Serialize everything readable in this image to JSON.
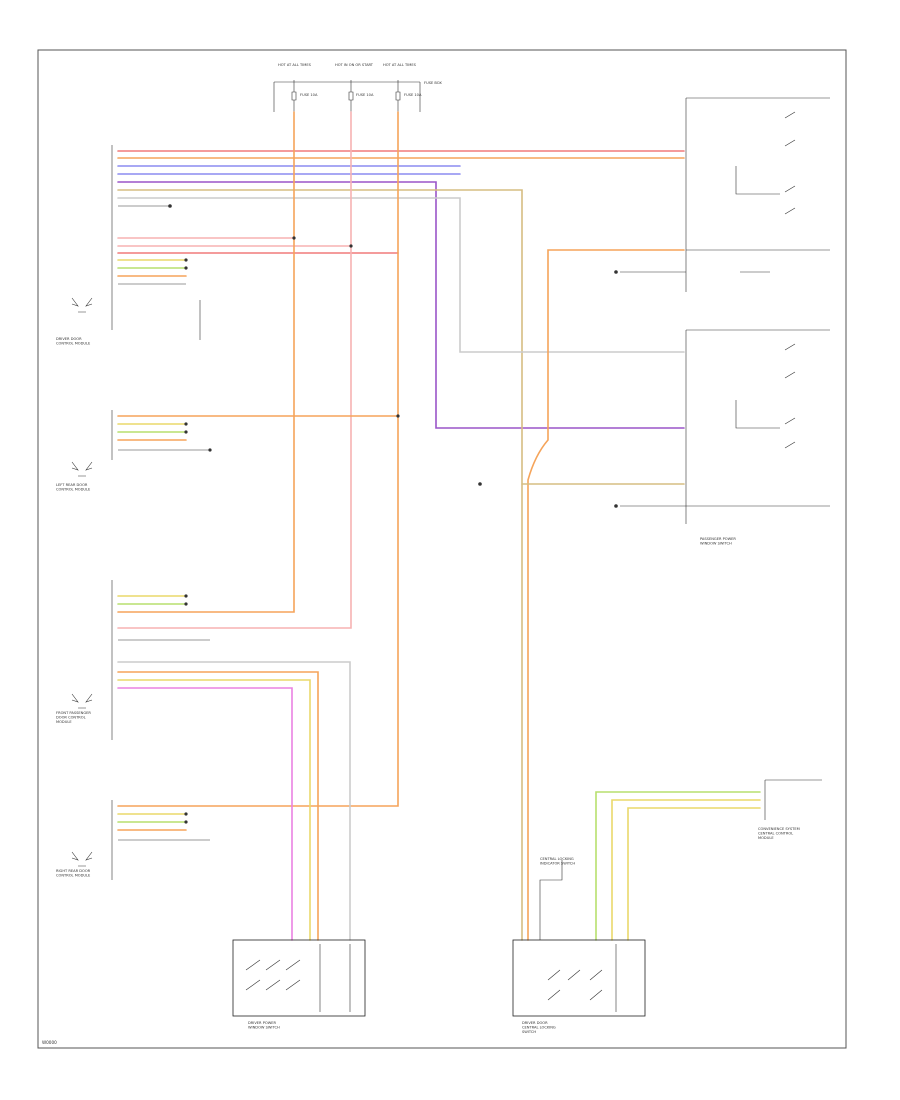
{
  "colors": {
    "red": "#f07a7a",
    "orange": "#f5a45a",
    "pink": "#f7b2b2",
    "blue": "#8c8cf0",
    "purple": "#9a55c8",
    "tan": "#d6bd82",
    "yellow": "#ead96a",
    "green": "#b7df6e",
    "magenta": "#ea82e2",
    "gray": "#cccccc",
    "black": "#222222"
  },
  "footer_code": "W0000",
  "fuse_labels": [
    {
      "top": "HOT AT ALL TIMES",
      "fuse": "FUSE 10A"
    },
    {
      "top": "HOT IN ON OR START",
      "fuse": "FUSE 10A"
    },
    {
      "top": "HOT AT ALL TIMES",
      "fuse": "FUSE 10A"
    }
  ],
  "fuse_box_label": "FUSE BOX",
  "modules": [
    {
      "name": "DRIVER DOOR CONTROL MODULE"
    },
    {
      "name": "LEFT REAR DOOR CONTROL MODULE"
    },
    {
      "name": "FRONT PASSENGER DOOR CONTROL MODULE"
    },
    {
      "name": "RIGHT REAR DOOR CONTROL MODULE"
    }
  ],
  "switches": [
    {
      "name": "DRIVER POWER WINDOW SWITCH"
    },
    {
      "name": "PASSENGER POWER WINDOW SWITCH"
    },
    {
      "name": "DRIVER DOOR CENTRAL LOCKING SWITCH"
    },
    {
      "name": "CENTRAL LOCKING INDICATOR SWITCH"
    },
    {
      "name": "CONVENIENCE SYSTEM CENTRAL CONTROL MODULE"
    }
  ]
}
